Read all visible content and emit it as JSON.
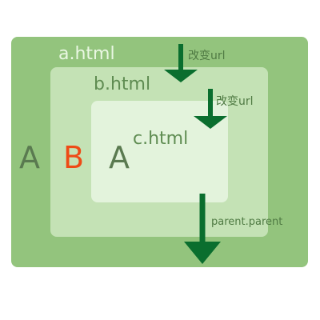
{
  "colors": {
    "outer": "#93c47d",
    "middle": "#c4e2b5",
    "inner": "#e3f3dc",
    "arrow": "#0a6e2e",
    "label_a": "#e9f7e2",
    "label_b": "#5f8c52",
    "label_c": "#5f8c52",
    "letter_A": "#5a7a50",
    "letter_B": "#ee4b16",
    "notes": "#4f7a43"
  },
  "frames": {
    "outer_label": "a.html",
    "middle_label": "b.html",
    "inner_label": "c.html"
  },
  "letters": {
    "left": "A",
    "center": "B",
    "right": "A"
  },
  "annotations": {
    "change_url_1": "改变url",
    "change_url_2": "改变url",
    "parent_parent": "parent.parent"
  }
}
